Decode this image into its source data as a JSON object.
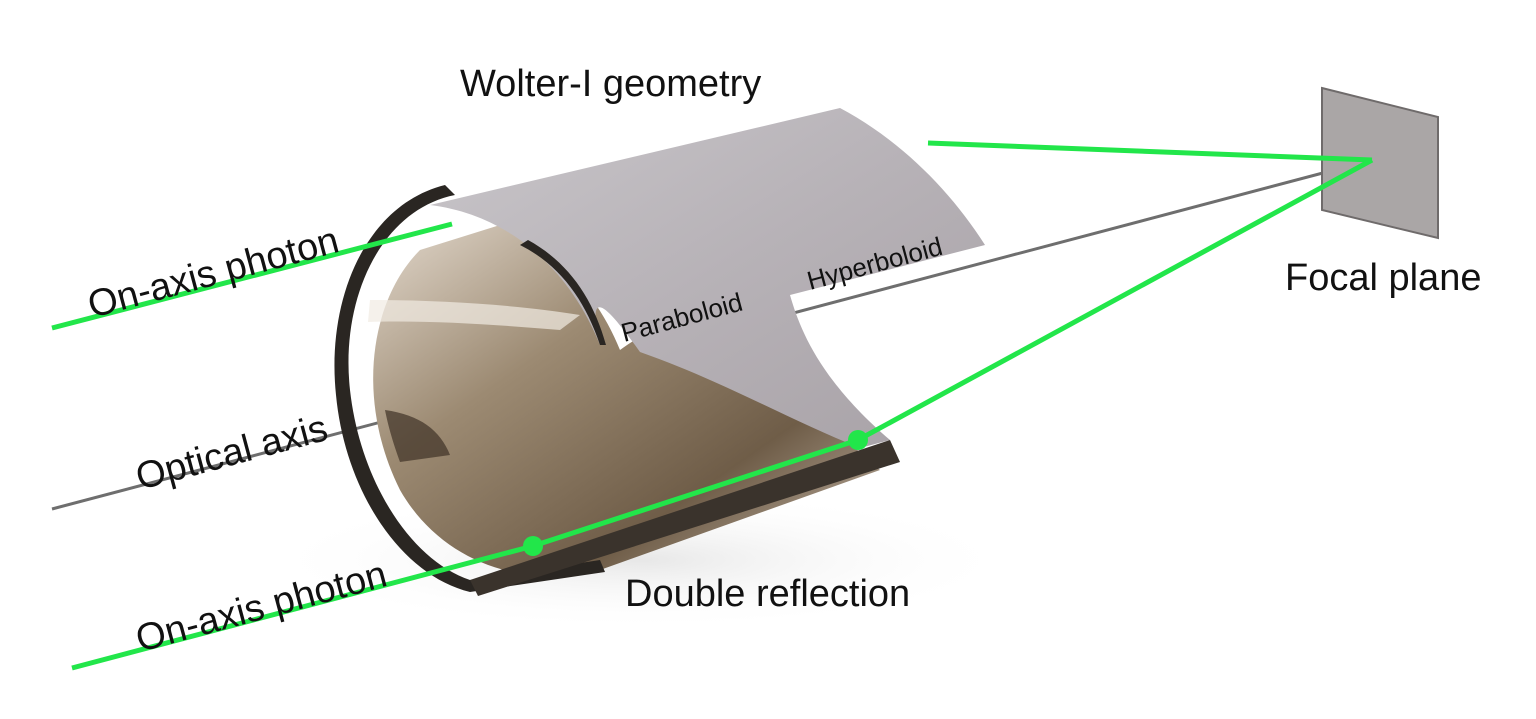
{
  "labels": {
    "title": "Wolter-I geometry",
    "focal_plane": "Focal plane",
    "photon_top": "On-axis photon",
    "photon_bottom": "On-axis photon",
    "optical_axis": "Optical axis",
    "paraboloid": "Paraboloid",
    "hyperboloid": "Hyperboloid",
    "double_reflection": "Double reflection"
  },
  "colors": {
    "photon_ray": "#22e64a",
    "optical_axis": "#6e6e6e",
    "mirror_outer": "#b8b3b8",
    "mirror_inner": "#7d6a52",
    "focal_plane": "#aaa6a6",
    "shell_edge": "#2a2622"
  }
}
